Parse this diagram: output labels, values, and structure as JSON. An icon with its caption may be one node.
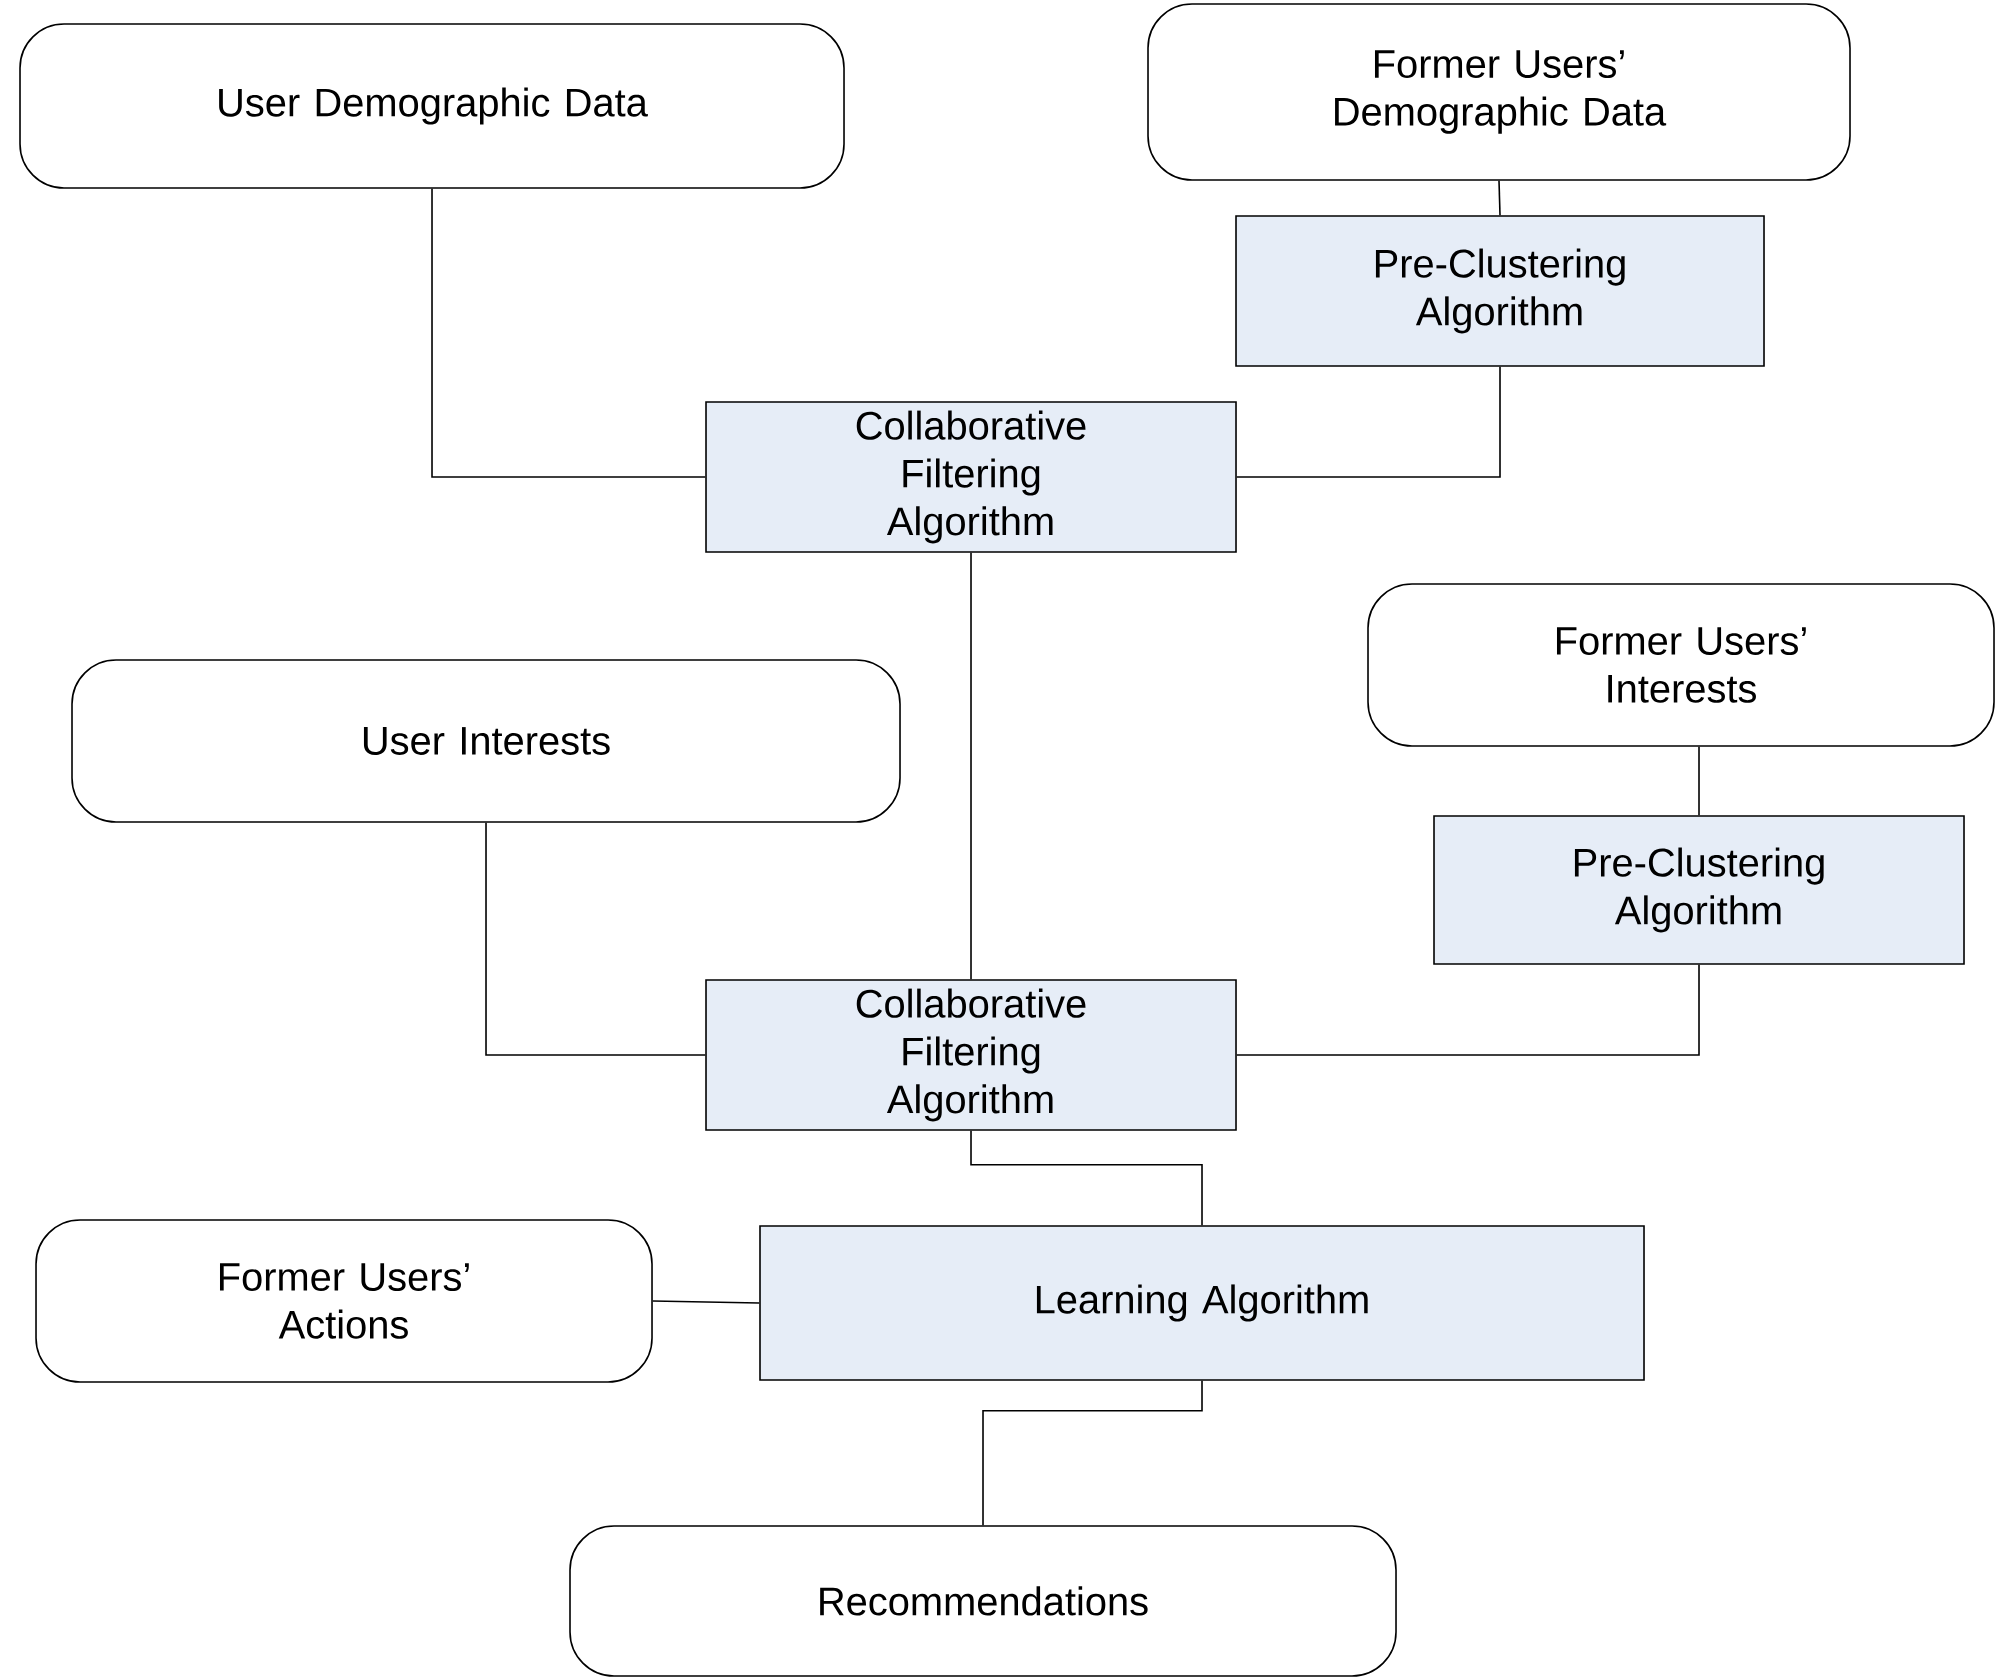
{
  "diagram": {
    "nodes": [
      {
        "text": [
          "User Demographic Data"
        ]
      },
      {
        "text": [
          "Former Users’ Demographic Data"
        ]
      },
      {
        "text": [
          "Pre-Clustering Algorithm"
        ]
      },
      {
        "text": [
          "Collaborative Filtering Algorithm"
        ]
      },
      {
        "text": [
          "User Interests"
        ]
      },
      {
        "text": [
          "Former Users’ Interests"
        ]
      },
      {
        "text": [
          "Pre-Clustering Algorithm"
        ]
      },
      {
        "text": [
          "Collaborative Filtering Algorithm"
        ]
      },
      {
        "text": [
          "Former Users’ Actions"
        ]
      },
      {
        "text": [
          "Learning Algorithm"
        ]
      },
      {
        "text": [
          "Recommendations"
        ]
      }
    ],
    "edges": [
      {
        "from": 0,
        "to": 3,
        "arrow": "none"
      },
      {
        "from": 1,
        "to": 2,
        "arrow": "none"
      },
      {
        "from": 2,
        "to": 3,
        "arrow": "none"
      },
      {
        "from": 3,
        "to": 7,
        "arrow": "none"
      },
      {
        "from": 4,
        "to": 7,
        "arrow": "none"
      },
      {
        "from": 5,
        "to": 6,
        "arrow": "none"
      },
      {
        "from": 6,
        "to": 7,
        "arrow": "none"
      },
      {
        "from": 7,
        "to": 9,
        "arrow": "none"
      },
      {
        "from": 8,
        "to": 9,
        "arrow": "none"
      },
      {
        "from": 9,
        "to": 10,
        "arrow": "none"
      }
    ]
  }
}
